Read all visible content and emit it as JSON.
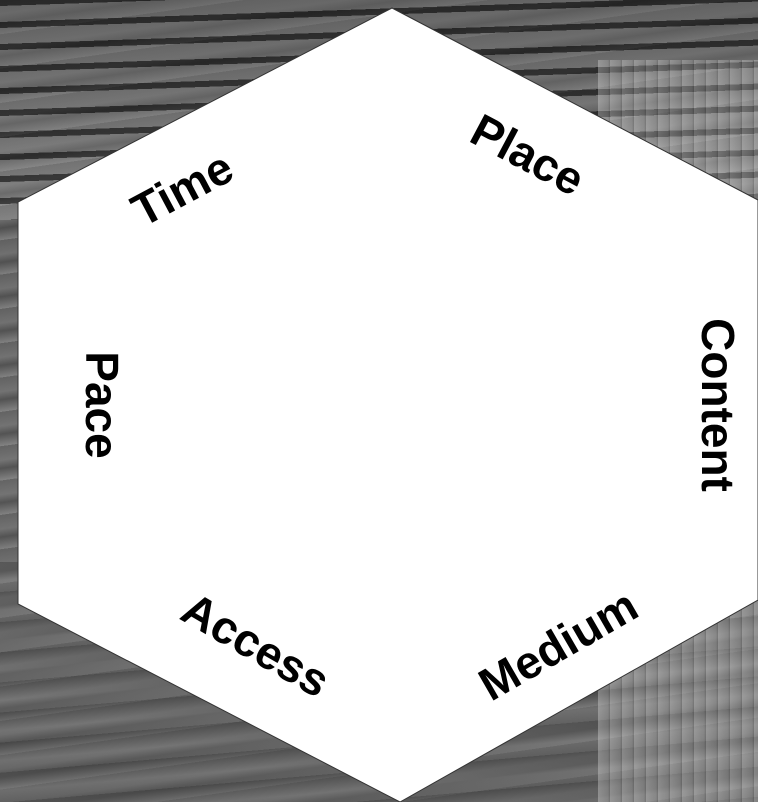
{
  "diagram": {
    "labels": {
      "place": "Place",
      "time": "Time",
      "content": "Content",
      "pace": "Pace",
      "medium": "Medium",
      "access": "Access"
    },
    "colors": {
      "hexagon_fill": "#ffffff",
      "text": "#000000",
      "background": "greyscale photograph"
    }
  }
}
